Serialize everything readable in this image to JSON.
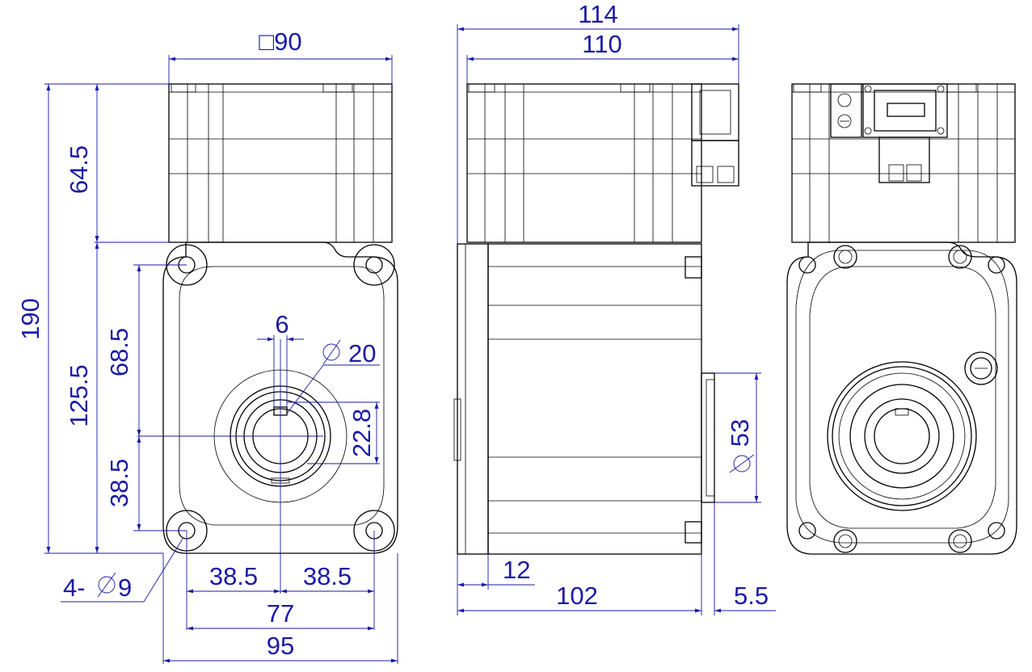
{
  "colors": {
    "part_lines": "#000000",
    "dimension_lines": "#1a1aa6",
    "background": "#ffffff"
  },
  "dimensions": {
    "square_flange": "□90",
    "overall_length": "114",
    "body_length": "110",
    "total_height": "190",
    "encoder_height": "64.5",
    "gear_height": "125.5",
    "upper_offset": "68.5",
    "lower_offset": "38.5",
    "keyway_width": "6",
    "shaft_bore_dia": "20",
    "key_depth": "22.8",
    "left_half_spacing": "38.5",
    "right_half_spacing": "38.5",
    "hole_spacing": "77",
    "flange_width": "95",
    "mounting_holes": "4-",
    "mounting_hole_dia": "9",
    "pilot_dia": "53",
    "flange_thickness": "12",
    "housing_length": "102",
    "pilot_length": "5.5"
  }
}
